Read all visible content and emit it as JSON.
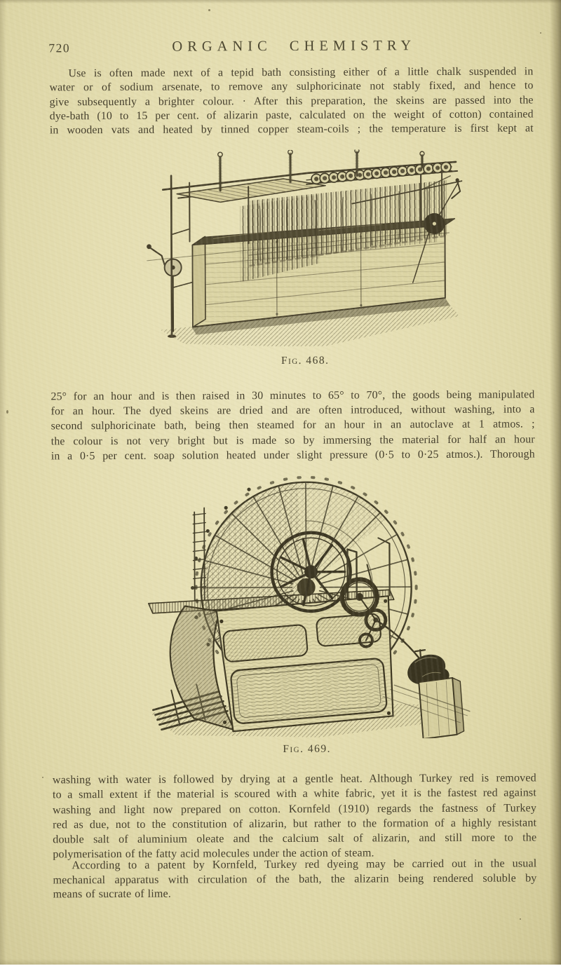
{
  "page": {
    "number": "720",
    "title": "ORGANIC CHEMISTRY"
  },
  "colors": {
    "paper": "#e4ddb0",
    "ink": "#413b29"
  },
  "paragraphs": {
    "p1": {
      "lines": [
        "Use is often made next of a tepid bath consisting either of a little chalk suspended in",
        "water or of sodium arsenate, to remove any sulphoricinate not stably fixed, and hence to",
        "give subsequently a brighter colour. · After this preparation, the skeins are passed into the",
        "dye-bath (10 to 15 per cent. of alizarin paste, calculated on the weight of cotton) contained",
        "in wooden vats and heated by tinned copper steam-coils ; the temperature is first kept at"
      ]
    },
    "p2": {
      "lines": [
        "25° for an hour and is then raised in 30 minutes to 65° to 70°, the goods being manipulated",
        "for an hour.  The dyed skeins are dried and are often introduced, without washing, into a",
        "second sulphoricinate bath, being then steamed for an hour in an autoclave at 1 atmos. ;",
        "the colour is not very bright but is made so by immersing the material for half an hour",
        "in a 0·5 per cent. soap solution heated under slight pressure (0·5 to 0·25 atmos.).  Thorough"
      ]
    },
    "p3": {
      "lines": [
        "washing with water is followed by drying at a gentle heat.  Although Turkey red is removed",
        "to a small extent if the material is scoured with a white fabric, yet it is the fastest red against",
        "washing and light now prepared on cotton.  Kornfeld (1910) regards the fastness of Turkey",
        "red as due, not to the constitution of alizarin, but rather to the formation of a highly resistant",
        "double salt of aluminium oleate and the calcium salt of alizarin, and still more to the",
        "polymerisation of the fatty acid molecules under the action of steam."
      ]
    },
    "p4": {
      "lines": [
        "According to a patent by Kornfeld, Turkey red dyeing may be carried out in the usual",
        "mechanical apparatus with circulation of the bath, the alizarin being rendered soluble by",
        "means of sucrate of lime."
      ]
    }
  },
  "figures": {
    "fig468": {
      "caption": "Fig. 468.",
      "depicts": "wooden dye-vat with overhead skein rollers, hand crank and belt pulley"
    },
    "fig469": {
      "caption": "Fig. 469.",
      "depicts": "skein-washing machine with large radial skein wheel, spoked flywheel, gearing and cone pulley"
    }
  }
}
